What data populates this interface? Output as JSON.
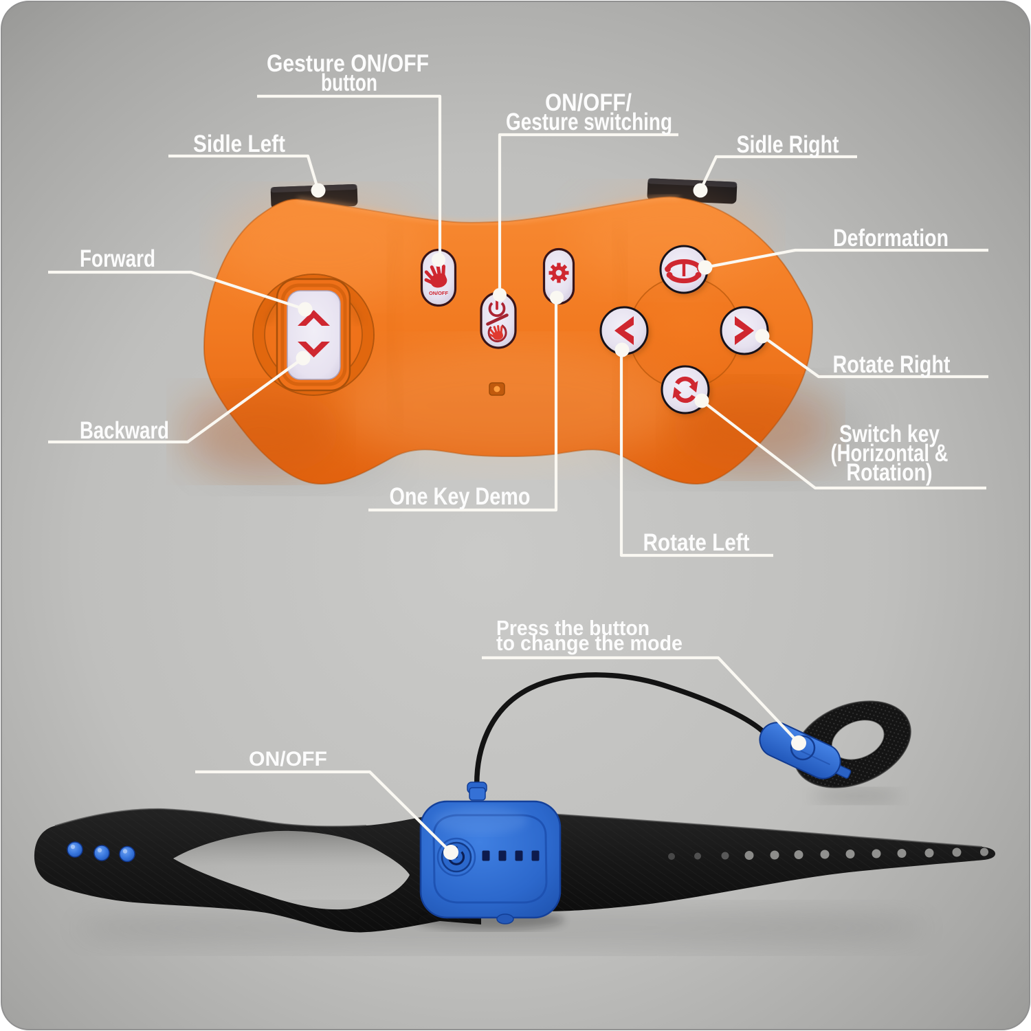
{
  "image_title": "Remote controller and wristband annotated diagram",
  "colors": {
    "page_background": "#ffffff",
    "panel_gray_center": "#cacac8",
    "panel_gray_edge": "#8f8f8d",
    "controller_orange": "#f1741d",
    "icon_red": "#cf2730",
    "button_face": "#e9e4f1",
    "strap_black": "#161616",
    "module_blue": "#2e6dd2",
    "label_text": "#fcfcfc",
    "leader_line": "#f7f4ed"
  },
  "callouts": {
    "gesture_on_off": {
      "lines": [
        "Gesture ON/OFF",
        "button"
      ]
    },
    "on_off_gesture_switching": {
      "lines": [
        "ON/OFF/",
        "Gesture switching"
      ]
    },
    "sidle_left": {
      "lines": [
        "Sidle Left"
      ]
    },
    "sidle_right": {
      "lines": [
        "Sidle Right"
      ]
    },
    "forward": {
      "lines": [
        "Forward"
      ]
    },
    "backward": {
      "lines": [
        "Backward"
      ]
    },
    "deformation": {
      "lines": [
        "Deformation"
      ]
    },
    "rotate_right": {
      "lines": [
        "Rotate Right"
      ]
    },
    "switch_key": {
      "lines": [
        "Switch key",
        "(Horizontal &",
        "Rotation)"
      ]
    },
    "one_key_demo": {
      "lines": [
        "One Key Demo"
      ]
    },
    "rotate_left": {
      "lines": [
        "Rotate Left"
      ]
    },
    "press_button_mode": {
      "lines": [
        "Press the button",
        "to change the mode"
      ]
    },
    "on_off_band": {
      "lines": [
        "ON/OFF"
      ]
    }
  },
  "controller": {
    "hand_button_caption": "ON/OFF"
  }
}
